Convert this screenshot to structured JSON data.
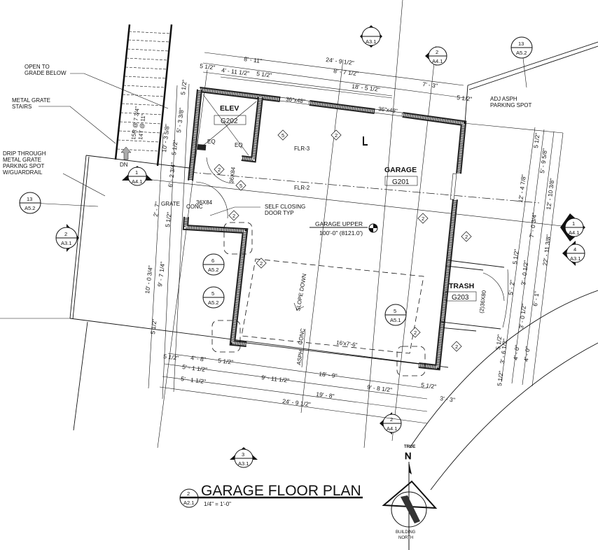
{
  "title": {
    "number": "2",
    "sheet": "A2.1",
    "text": "GARAGE FLOOR PLAN",
    "scale": "1/4\" = 1'-0\""
  },
  "rooms": {
    "elev": {
      "name": "ELEV",
      "number": "G202"
    },
    "garage": {
      "name": "GARAGE",
      "number": "G201"
    },
    "trash": {
      "name": "TRASH",
      "number": "G203"
    }
  },
  "level": {
    "name": "GARAGE UPPER",
    "elevation": "100'-0\" (8121.0')"
  },
  "notes": {
    "open_to_grade_1": "OPEN TO",
    "open_to_grade_2": "GRADE BELOW",
    "metal_grate_1": "METAL GRATE",
    "metal_grate_2": "STAIRS",
    "drip_1": "DRIP THROUGH",
    "drip_2": "METAL GRATE",
    "drip_3": "PARKING SPOT",
    "drip_4": "W/GUARDRAIL",
    "self_closing_1": "SELF CLOSING",
    "self_closing_2": "DOOR TYP",
    "adj_1": "ADJ ASPH",
    "adj_2": "PARKING SPOT"
  },
  "labels": {
    "flr3": "FLR-3",
    "flr2": "FLR-2",
    "eq": "EQ",
    "door_36x84": "36X84",
    "grate": "GRATE",
    "conc": "CONC",
    "dn": "DN",
    "slope": "SLOPE DOWN",
    "asph": "ASPH",
    "trash_door": "(2)36X80",
    "garage_door": "16'x7'-6\"",
    "window": "36\"x48\"",
    "stair_r": "15R @ 7 3/4\"",
    "stair_t": "14T @ 11\"",
    "true": "TRUE",
    "n": "N",
    "building": "BUILDING",
    "north": "NORTH"
  },
  "tags": {
    "two": "2",
    "five": "5"
  },
  "callouts": [
    {
      "num": "",
      "sheet": "A3.1"
    },
    {
      "num": "2",
      "sheet": "A4.1"
    },
    {
      "num": "13",
      "sheet": "A5.2"
    },
    {
      "num": "1",
      "sheet": "A4.1"
    },
    {
      "num": "13",
      "sheet": "A5.2"
    },
    {
      "num": "2",
      "sheet": "A3.1"
    },
    {
      "num": "6",
      "sheet": "A5.2"
    },
    {
      "num": "5",
      "sheet": "A5.2"
    },
    {
      "num": "5",
      "sheet": "A5.1"
    },
    {
      "num": "1",
      "sheet": "A4.1"
    },
    {
      "num": "4",
      "sheet": "A3.1"
    },
    {
      "num": "2",
      "sheet": "A4.1"
    },
    {
      "num": "3",
      "sheet": "A3.1"
    }
  ],
  "dims": [
    "24' - 9 1/2\"",
    "8' - 11\"",
    "5 1/2\"",
    "4' - 11 1/2\"",
    "5 1/2\"",
    "8' - 7 1/2\"",
    "18' - 5 1/2\"",
    "7' - 3\"",
    "5 1/2\"",
    "5 1/2\"",
    "5' - 3 3/8\"",
    "10' - 3 5/8\"",
    "5 1/2\"",
    "6' - 2 3/4\"",
    "2' - 7\"",
    "5 1/2\"",
    "10' - 0 3/4\"",
    "9' - 7 1/4\"",
    "5 1/2\"",
    "5 1/2\"",
    "4' - 8\"",
    "5 1/2\"",
    "5' - 1 1/2\"",
    "5' - 1 1/2\"",
    "9' - 11 1/2\"",
    "18' - 9\"",
    "9' - 8 1/2\"",
    "19' - 8\"",
    "5 1/2\"",
    "24' - 9 1/2\"",
    "3' - 3\"",
    "5 1/2\"",
    "5' - 9 5/8\"",
    "12' - 4 7/8\"",
    "12' - 10 3/8\"",
    "7' - 0 3/4\"",
    "22' - 11 3/8\"",
    "5 1/2\"",
    "3' - 0 1/2\"",
    "5' - 2\"",
    "6' - 1\"",
    "3' - 0 1/2\"",
    "5 1/2\"",
    "3' - 6 1/2\"",
    "4' - 0\"",
    "4' - 0\"",
    "5 1/2\""
  ]
}
